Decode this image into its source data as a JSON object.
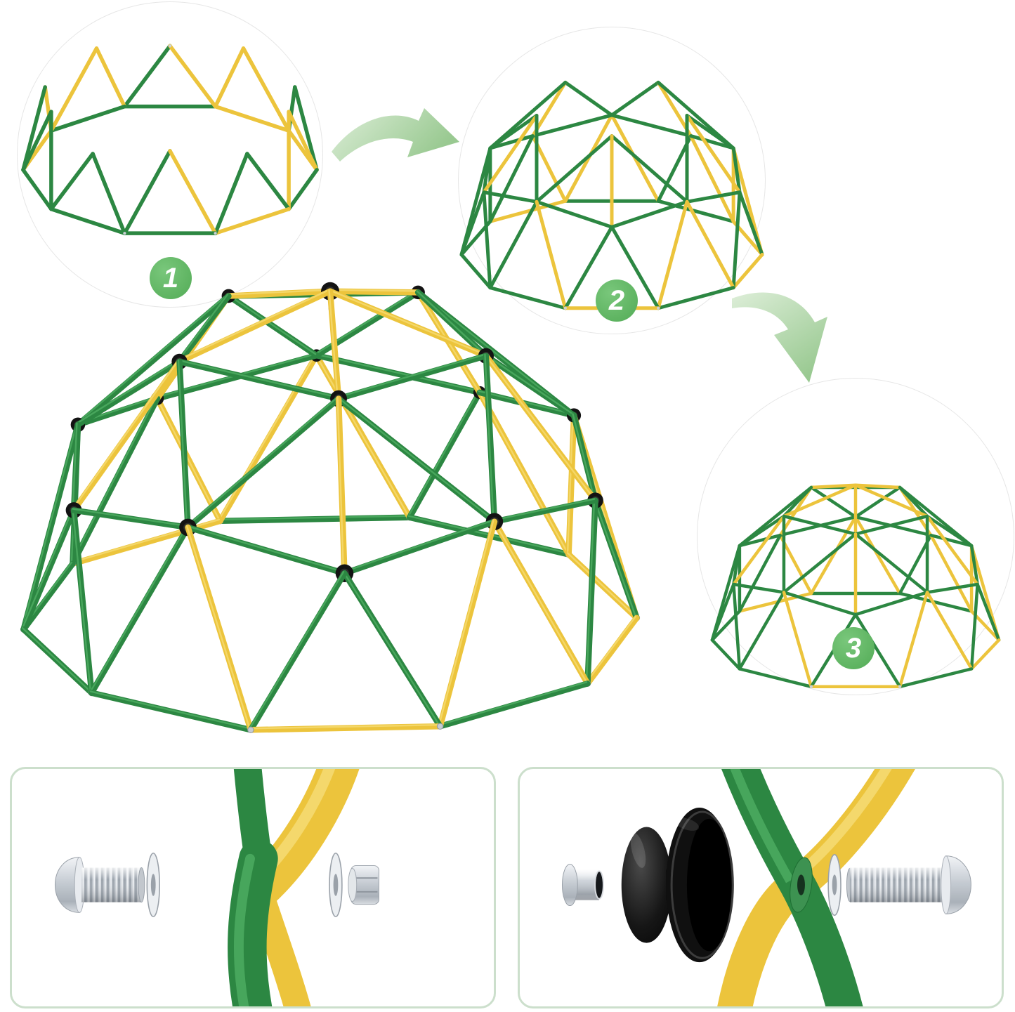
{
  "diagram": {
    "subject": "climbing-dome-assembly-steps",
    "step_count": 3
  },
  "steps": [
    {
      "label": "1",
      "name": "base-ring"
    },
    {
      "label": "2",
      "name": "lower-dome"
    },
    {
      "label": "3",
      "name": "complete-dome"
    }
  ],
  "arrows": [
    {
      "name": "arrow-step1-to-step2",
      "direction": "right"
    },
    {
      "name": "arrow-step2-to-step3",
      "direction": "down"
    }
  ],
  "main_illustration": {
    "name": "assembled-climbing-dome"
  },
  "hardware_panels": [
    {
      "name": "bolt-joint-detail",
      "parts": [
        "pan-head-bolt",
        "washer",
        "crossed-flattened-tubes",
        "washer",
        "hex-nut"
      ]
    },
    {
      "name": "knob-connector-detail",
      "parts": [
        "sleeve-nut",
        "knob-inner-disc",
        "knob-outer-cap",
        "crossed-flattened-tubes",
        "washer",
        "pan-head-bolt"
      ]
    }
  ],
  "colors": {
    "tube_green": "#2c8742",
    "tube_green_light": "#4fae63",
    "tube_yellow": "#ecc43c",
    "tube_yellow_light": "#f6dc74",
    "badge_green": "#63b765",
    "arrow_green": "#a8d2a2",
    "panel_border": "#ccdfcc",
    "circle_border": "#e6e6e6",
    "knob_black": "#131313",
    "metal_silver": "#c6ccd3"
  }
}
